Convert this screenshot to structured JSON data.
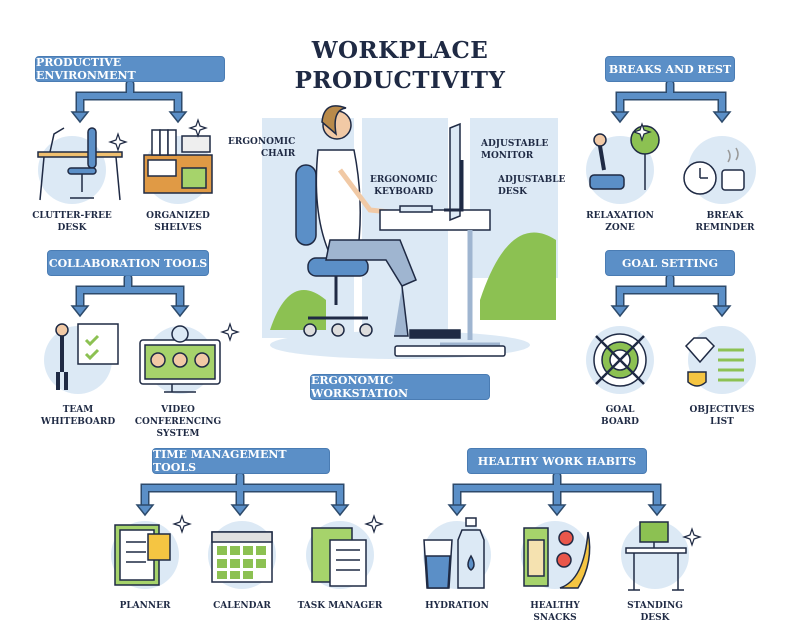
{
  "title": {
    "line1": "WORKPLACE",
    "line2": "PRODUCTIVITY"
  },
  "categories": {
    "productive_environment": {
      "label": "PRODUCTIVE ENVIRONMENT",
      "items": [
        {
          "l1": "CLUTTER-FREE",
          "l2": "DESK"
        },
        {
          "l1": "ORGANIZED",
          "l2": "SHELVES"
        }
      ]
    },
    "breaks_and_rest": {
      "label": "BREAKS AND REST",
      "items": [
        {
          "l1": "RELAXATION",
          "l2": "ZONE"
        },
        {
          "l1": "BREAK",
          "l2": "REMINDER"
        }
      ]
    },
    "collaboration_tools": {
      "label": "COLLABORATION TOOLS",
      "items": [
        {
          "l1": "TEAM",
          "l2": "WHITEBOARD"
        },
        {
          "l1": "VIDEO CONFERENCING",
          "l2": "SYSTEM"
        }
      ]
    },
    "goal_setting": {
      "label": "GOAL SETTING",
      "items": [
        {
          "l1": "GOAL",
          "l2": "BOARD"
        },
        {
          "l1": "OBJECTIVES",
          "l2": "LIST"
        }
      ]
    },
    "time_management_tools": {
      "label": "TIME MANAGEMENT TOOLS",
      "items": [
        {
          "l1": "PLANNER"
        },
        {
          "l1": "CALENDAR"
        },
        {
          "l1": "TASK MANAGER"
        }
      ]
    },
    "healthy_work_habits": {
      "label": "HEALTHY WORK HABITS",
      "items": [
        {
          "l1": "HYDRATION"
        },
        {
          "l1": "HEALTHY",
          "l2": "SNACKS"
        },
        {
          "l1": "STANDING",
          "l2": "DESK"
        }
      ]
    }
  },
  "center": {
    "label": "ERGONOMIC WORKSTATION",
    "callouts": {
      "chair": {
        "l1": "ERGONOMIC",
        "l2": "CHAIR"
      },
      "keyboard": {
        "l1": "ERGONOMIC",
        "l2": "KEYBOARD"
      },
      "monitor": {
        "l1": "ADJUSTABLE",
        "l2": "MONITOR"
      },
      "desk": {
        "l1": "ADJUSTABLE",
        "l2": "DESK"
      }
    }
  },
  "colors": {
    "box": "#5b8fc7",
    "text": "#1f2a44",
    "circle": "#dce9f5",
    "green": "#8cc152"
  }
}
